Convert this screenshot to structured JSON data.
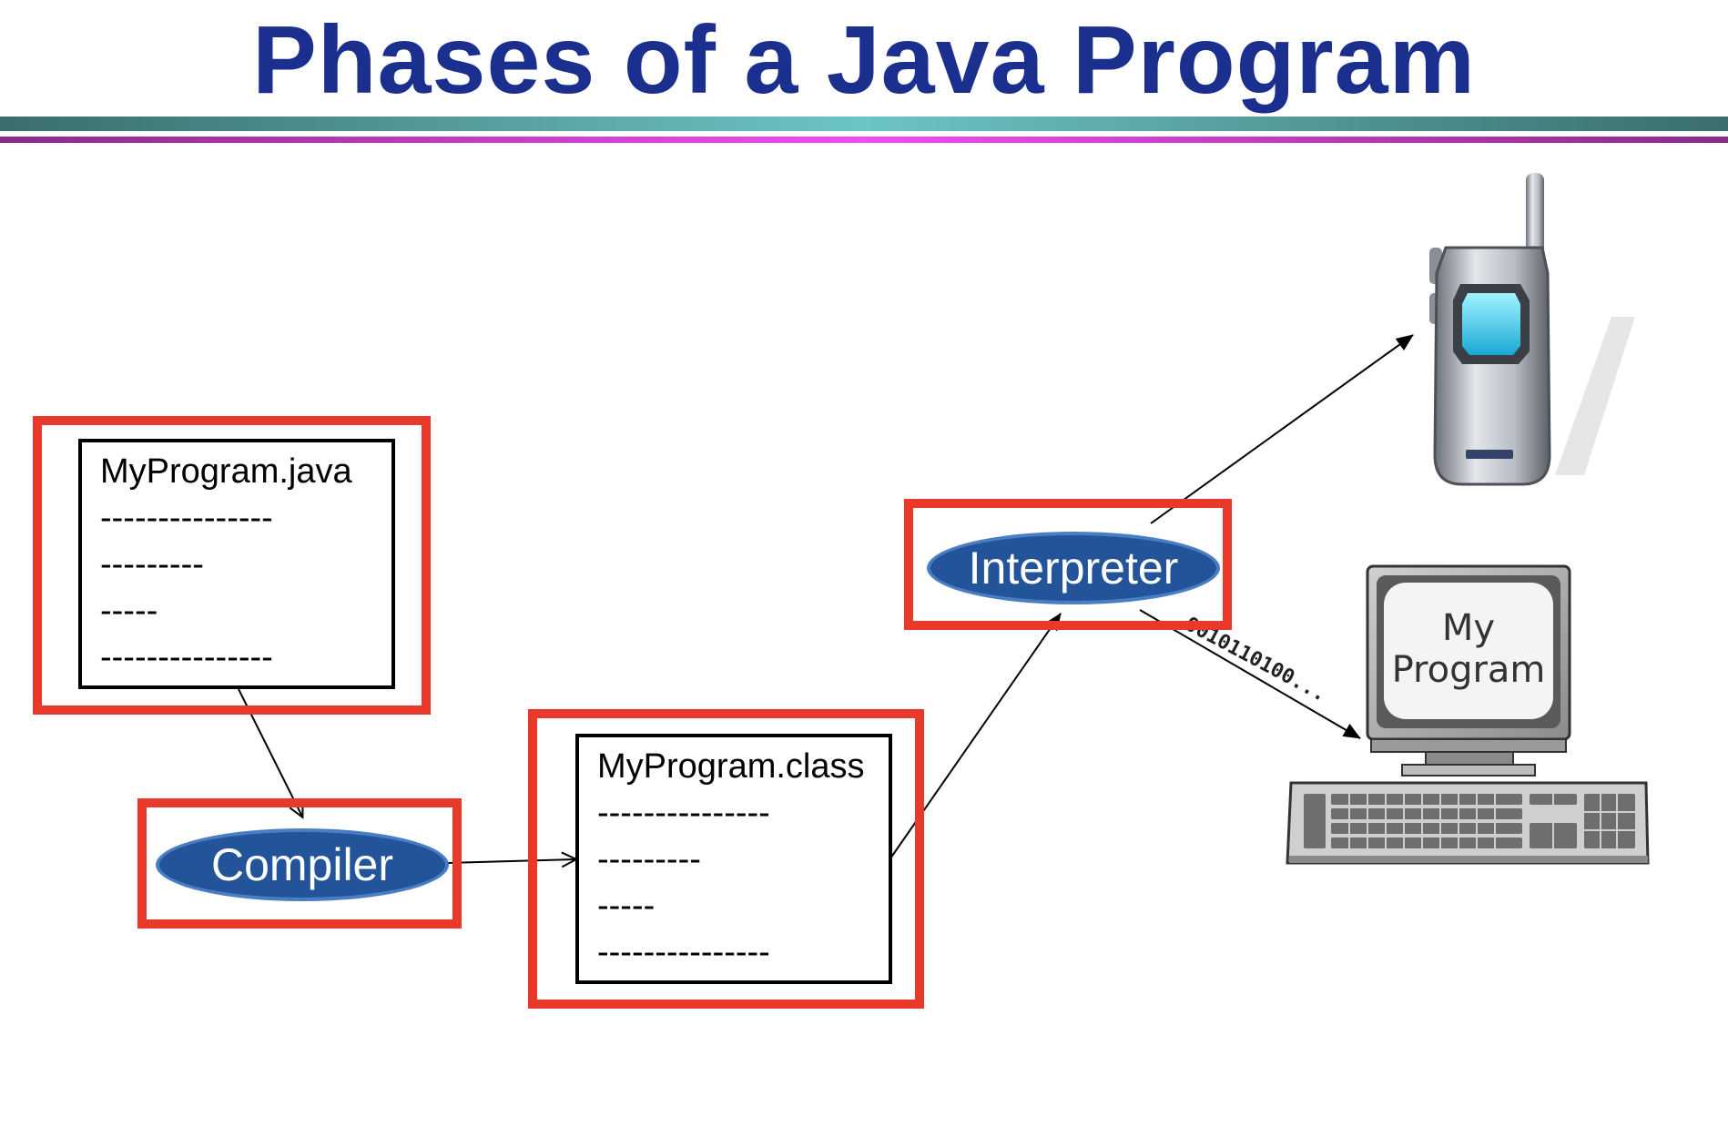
{
  "title": "Phases of a Java Program",
  "source_file": {
    "name": "MyProgram.java",
    "lines": [
      "---------------",
      "---------",
      "-----",
      "---------------"
    ]
  },
  "class_file": {
    "name": "MyProgram.class",
    "lines": [
      "---------------",
      "---------",
      "-----",
      "---------------"
    ]
  },
  "compiler": {
    "label": "Compiler"
  },
  "interpreter": {
    "label": "Interpreter"
  },
  "computer": {
    "screen_lines": [
      "My",
      "Program"
    ],
    "bitstream": "0010110100..."
  },
  "icons": {
    "phone": "mobile-phone-icon",
    "computer": "desktop-computer-icon",
    "keyboard": "keyboard-icon",
    "arrow": "arrow-icon"
  },
  "colors": {
    "title": "#1b2f8e",
    "highlight": "#e8392b",
    "pill_fill": "#23549a",
    "pill_border": "#4a7ec4",
    "rule_top": "#3a7d7b",
    "rule_bottom": "#d63ad6"
  }
}
